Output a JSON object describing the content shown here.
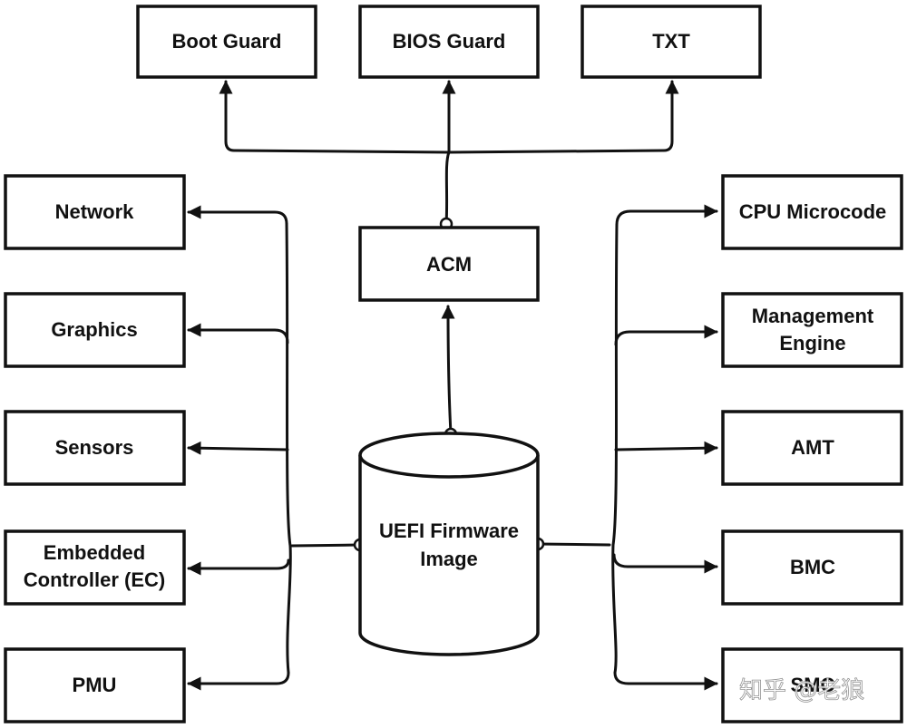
{
  "top": {
    "boot_guard": "Boot Guard",
    "bios_guard": "BIOS Guard",
    "txt": "TXT"
  },
  "center": {
    "acm": "ACM",
    "uefi_line1": "UEFI Firmware",
    "uefi_line2": "Image"
  },
  "left": {
    "network": "Network",
    "graphics": "Graphics",
    "sensors": "Sensors",
    "ec_line1": "Embedded",
    "ec_line2": "Controller (EC)",
    "pmu": "PMU"
  },
  "right": {
    "cpu_microcode": "CPU Microcode",
    "me_line1": "Management",
    "me_line2": "Engine",
    "amt": "AMT",
    "bmc": "BMC",
    "smc": "SMC"
  },
  "watermark": "知乎 @老狼",
  "colors": {
    "ink": "#111111",
    "background": "#ffffff"
  }
}
